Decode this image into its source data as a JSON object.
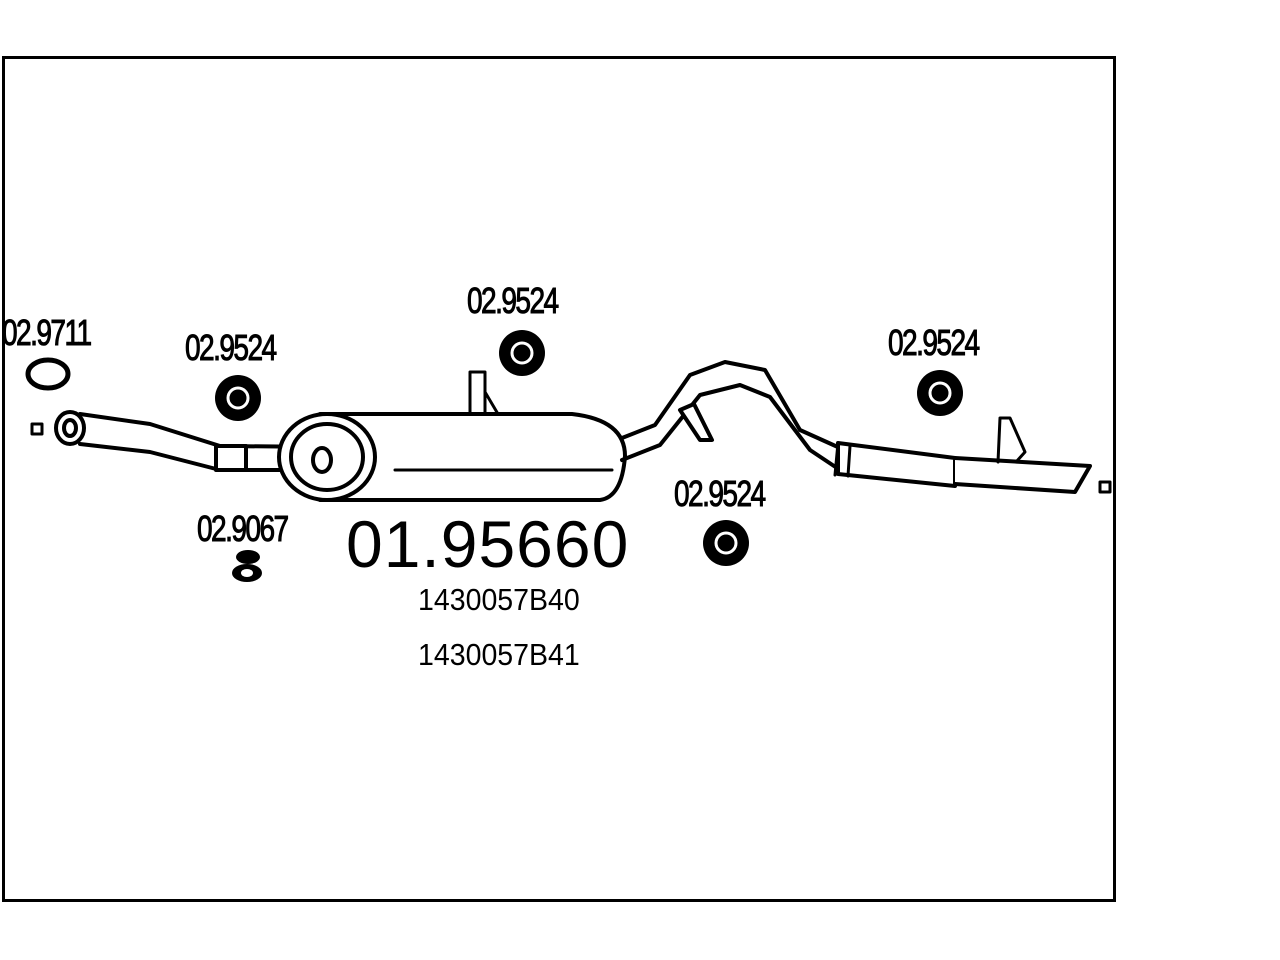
{
  "main_part_number": "01.95660",
  "oem_numbers": [
    "1430057B40",
    "1430057B41"
  ],
  "parts": {
    "gasket": "02.9711",
    "rubber_mount_1": "02.9524",
    "rubber_mount_2": "02.9524",
    "rubber_mount_3": "02.9524",
    "rubber_mount_4": "02.9524",
    "clamp": "02.9067"
  }
}
